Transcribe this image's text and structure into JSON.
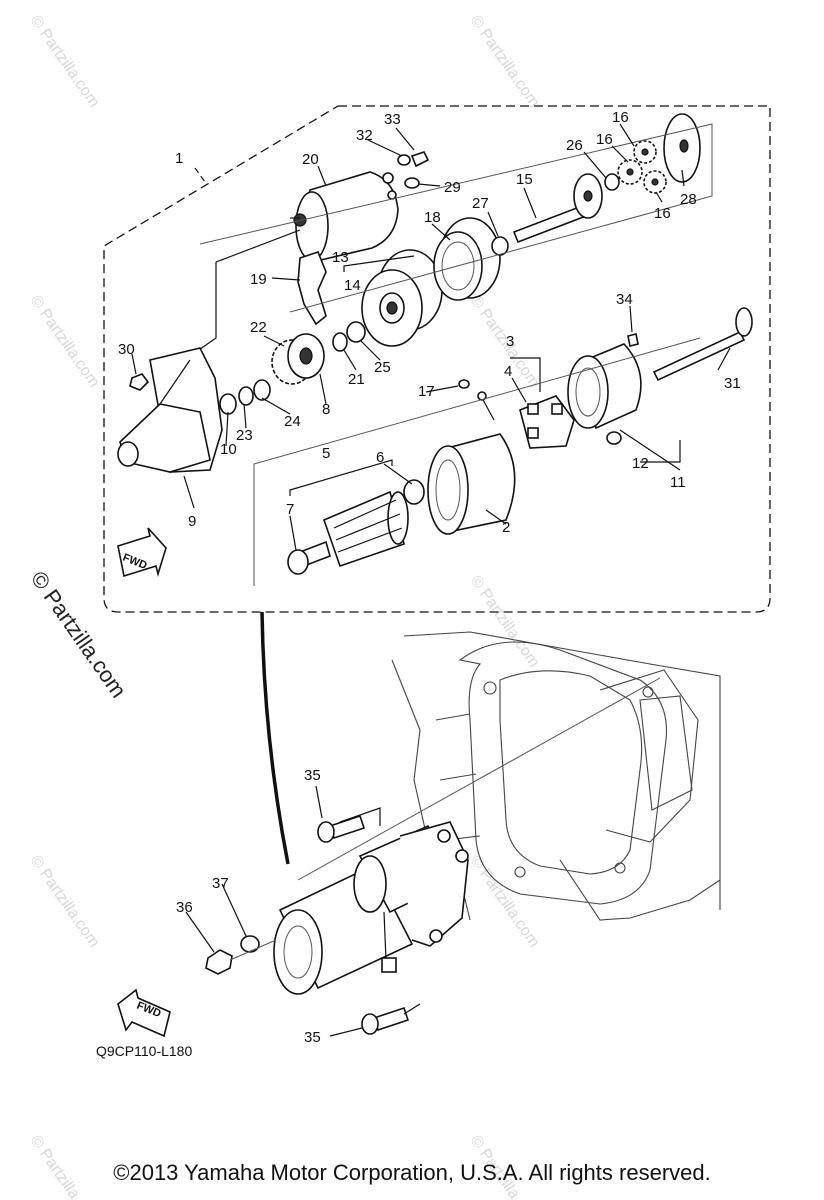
{
  "diagram": {
    "callouts": [
      {
        "id": "c1",
        "text": "1"
      },
      {
        "id": "c2",
        "text": "2"
      },
      {
        "id": "c3",
        "text": "3"
      },
      {
        "id": "c4",
        "text": "4"
      },
      {
        "id": "c5",
        "text": "5"
      },
      {
        "id": "c6",
        "text": "6"
      },
      {
        "id": "c7",
        "text": "7"
      },
      {
        "id": "c8",
        "text": "8"
      },
      {
        "id": "c9",
        "text": "9"
      },
      {
        "id": "c10",
        "text": "10"
      },
      {
        "id": "c11",
        "text": "11"
      },
      {
        "id": "c12",
        "text": "12"
      },
      {
        "id": "c13",
        "text": "13"
      },
      {
        "id": "c14",
        "text": "14"
      },
      {
        "id": "c15",
        "text": "15"
      },
      {
        "id": "c16a",
        "text": "16"
      },
      {
        "id": "c16b",
        "text": "16"
      },
      {
        "id": "c16c",
        "text": "16"
      },
      {
        "id": "c17",
        "text": "17"
      },
      {
        "id": "c18",
        "text": "18"
      },
      {
        "id": "c19",
        "text": "19"
      },
      {
        "id": "c20",
        "text": "20"
      },
      {
        "id": "c21",
        "text": "21"
      },
      {
        "id": "c22",
        "text": "22"
      },
      {
        "id": "c23",
        "text": "23"
      },
      {
        "id": "c24",
        "text": "24"
      },
      {
        "id": "c25",
        "text": "25"
      },
      {
        "id": "c26",
        "text": "26"
      },
      {
        "id": "c27",
        "text": "27"
      },
      {
        "id": "c28",
        "text": "28"
      },
      {
        "id": "c29",
        "text": "29"
      },
      {
        "id": "c30",
        "text": "30"
      },
      {
        "id": "c31",
        "text": "31"
      },
      {
        "id": "c32",
        "text": "32"
      },
      {
        "id": "c33",
        "text": "33"
      },
      {
        "id": "c34",
        "text": "34"
      },
      {
        "id": "c35a",
        "text": "35"
      },
      {
        "id": "c35b",
        "text": "35"
      },
      {
        "id": "c36",
        "text": "36"
      },
      {
        "id": "c37",
        "text": "37"
      }
    ],
    "fwd_label": "FWD",
    "diagram_code": "Q9CP110-L180"
  },
  "watermark": {
    "small": "© Partzilla.com",
    "large": "© Partzilla.com"
  },
  "footer": {
    "copyright": "©2013  Yamaha Motor Corporation, U.S.A. All rights reserved."
  }
}
